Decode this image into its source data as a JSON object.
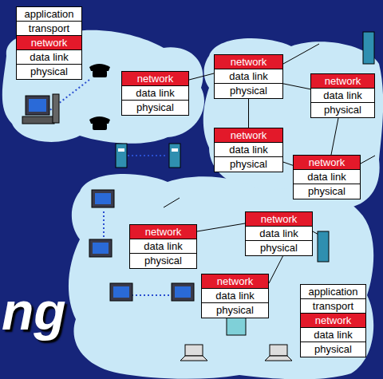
{
  "diagram": {
    "nodes": [
      {
        "text": [
          "application",
          "transport",
          "network",
          "data link",
          "physical"
        ]
      },
      {
        "text": [
          "network",
          "data link",
          "physical"
        ]
      },
      {
        "text": [
          "network",
          "data link",
          "physical"
        ]
      },
      {
        "text": [
          "network",
          "data link",
          "physical"
        ]
      },
      {
        "text": [
          "network",
          "data link",
          "physical"
        ]
      },
      {
        "text": [
          "network",
          "data link",
          "physical"
        ]
      },
      {
        "text": [
          "network",
          "data link",
          "physical"
        ]
      },
      {
        "text": [
          "network",
          "data link",
          "physical"
        ]
      },
      {
        "text": [
          "network",
          "data link",
          "physical"
        ]
      },
      {
        "text": [
          "application",
          "transport",
          "network",
          "data link",
          "physical"
        ]
      }
    ],
    "edges": [
      {
        "from": 2,
        "to": 3,
        "arrow": "none"
      },
      {
        "from": 2,
        "to": 4,
        "arrow": "none"
      },
      {
        "from": 4,
        "to": 5,
        "arrow": "none"
      },
      {
        "from": 3,
        "to": 5,
        "arrow": "none"
      }
    ],
    "labels": [
      "ng"
    ]
  }
}
